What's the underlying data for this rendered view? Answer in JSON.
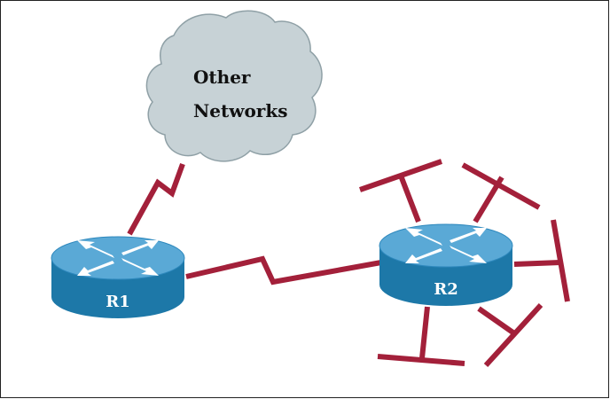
{
  "diagram": {
    "cloud": {
      "line1": "Other",
      "line2": "Networks",
      "color": "#c7d2d6"
    },
    "routers": [
      {
        "id": "r1",
        "label": "R1"
      },
      {
        "id": "r2",
        "label": "R2"
      }
    ],
    "colors": {
      "link": "#a3203a",
      "router_top": "#5aa9d6",
      "router_side": "#1d78a8",
      "arrow": "#ffffff"
    }
  }
}
